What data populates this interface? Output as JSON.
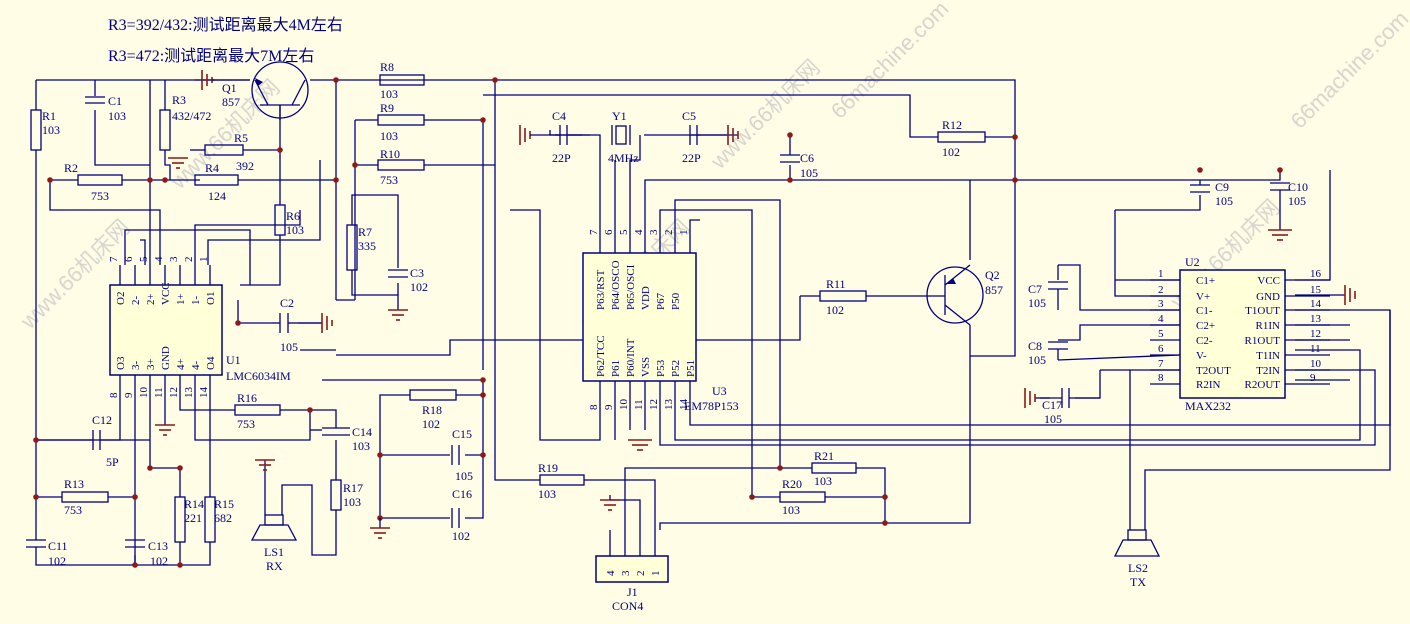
{
  "notes": [
    "R3=392/432:测试距离最大4M左右",
    "R3=472:测试距离最大7M左右"
  ],
  "watermark": "66machine.com",
  "watermark_cn": "www.66机床网",
  "components": {
    "R1": {
      "ref": "R1",
      "value": "103"
    },
    "R2": {
      "ref": "R2",
      "value": "753"
    },
    "R3": {
      "ref": "R3",
      "value": "432/472"
    },
    "R4": {
      "ref": "R4",
      "value": "124"
    },
    "R5": {
      "ref": "R5",
      "value": "392"
    },
    "R6": {
      "ref": "R6",
      "value": "103"
    },
    "R7": {
      "ref": "R7",
      "value": "335"
    },
    "R8": {
      "ref": "R8",
      "value": "103"
    },
    "R9": {
      "ref": "R9",
      "value": "103"
    },
    "R10": {
      "ref": "R10",
      "value": "753"
    },
    "R11": {
      "ref": "R11",
      "value": "102"
    },
    "R12": {
      "ref": "R12",
      "value": "102"
    },
    "R13": {
      "ref": "R13",
      "value": "753"
    },
    "R14": {
      "ref": "R14",
      "value": "221"
    },
    "R15": {
      "ref": "R15",
      "value": "682"
    },
    "R16": {
      "ref": "R16",
      "value": "753"
    },
    "R17": {
      "ref": "R17",
      "value": "103"
    },
    "R18": {
      "ref": "R18",
      "value": "102"
    },
    "R19": {
      "ref": "R19",
      "value": "103"
    },
    "R20": {
      "ref": "R20",
      "value": "103"
    },
    "R21": {
      "ref": "R21",
      "value": "103"
    },
    "C1": {
      "ref": "C1",
      "value": "103"
    },
    "C2": {
      "ref": "C2",
      "value": "105"
    },
    "C3": {
      "ref": "C3",
      "value": "102"
    },
    "C4": {
      "ref": "C4",
      "value": "22P"
    },
    "C5": {
      "ref": "C5",
      "value": "22P"
    },
    "C6": {
      "ref": "C6",
      "value": "105"
    },
    "C7": {
      "ref": "C7",
      "value": "105"
    },
    "C8": {
      "ref": "C8",
      "value": "105"
    },
    "C9": {
      "ref": "C9",
      "value": "105"
    },
    "C10": {
      "ref": "C10",
      "value": "105"
    },
    "C11": {
      "ref": "C11",
      "value": "102"
    },
    "C12": {
      "ref": "C12",
      "value": "5P"
    },
    "C13": {
      "ref": "C13",
      "value": "102"
    },
    "C14": {
      "ref": "C14",
      "value": "103"
    },
    "C15": {
      "ref": "C15",
      "value": "105"
    },
    "C16": {
      "ref": "C16",
      "value": "102"
    },
    "C17": {
      "ref": "C17",
      "value": "105"
    },
    "Y1": {
      "ref": "Y1",
      "value": "4MHz"
    },
    "Q1": {
      "ref": "Q1",
      "value": "857"
    },
    "Q2": {
      "ref": "Q2",
      "value": "857"
    },
    "U1": {
      "ref": "U1",
      "value": "LMC6034IM"
    },
    "U2": {
      "ref": "U2",
      "value": "MAX232"
    },
    "U3": {
      "ref": "U3",
      "value": "EM78P153"
    },
    "J1": {
      "ref": "J1",
      "value": "CON4"
    },
    "LS1": {
      "ref": "LS1",
      "value": "RX"
    },
    "LS2": {
      "ref": "LS2",
      "value": "TX"
    }
  },
  "u1_pins": {
    "top_names": [
      "O2",
      "2-",
      "2+",
      "VCC",
      "1+",
      "1-",
      "O1"
    ],
    "top_nums": [
      "7",
      "6",
      "5",
      "4",
      "3",
      "2",
      "1"
    ],
    "bottom_names": [
      "O3",
      "3-",
      "3+",
      "GND",
      "4+",
      "4-",
      "O4"
    ],
    "bottom_nums": [
      "8",
      "9",
      "10",
      "11",
      "12",
      "13",
      "14"
    ]
  },
  "u3_pins": {
    "top_names": [
      "P63/RST",
      "P64/OSCO",
      "P65/OSCI",
      "VDD",
      "P67",
      "P50"
    ],
    "top_nums": [
      "7",
      "6",
      "5",
      "4",
      "3",
      "2",
      "1"
    ],
    "bottom_names": [
      "P62/TCC",
      "P61",
      "P60/INT",
      "VSS",
      "P53",
      "P52",
      "P51"
    ],
    "bottom_nums": [
      "8",
      "9",
      "10",
      "11",
      "12",
      "13",
      "14"
    ]
  },
  "u2_pins": {
    "left": [
      {
        "num": "1",
        "name": "C1+"
      },
      {
        "num": "2",
        "name": "V+"
      },
      {
        "num": "3",
        "name": "C1-"
      },
      {
        "num": "4",
        "name": "C2+"
      },
      {
        "num": "5",
        "name": "C2-"
      },
      {
        "num": "6",
        "name": "V-"
      },
      {
        "num": "7",
        "name": "T2OUT"
      },
      {
        "num": "8",
        "name": "R2IN"
      }
    ],
    "right": [
      {
        "num": "16",
        "name": "VCC"
      },
      {
        "num": "15",
        "name": "GND"
      },
      {
        "num": "14",
        "name": "T1OUT"
      },
      {
        "num": "13",
        "name": "R1IN"
      },
      {
        "num": "12",
        "name": "R1OUT"
      },
      {
        "num": "11",
        "name": "T1IN"
      },
      {
        "num": "10",
        "name": "T2IN"
      },
      {
        "num": "9",
        "name": "R2OUT"
      }
    ]
  },
  "j1_pins": [
    "4",
    "3",
    "2",
    "1"
  ]
}
